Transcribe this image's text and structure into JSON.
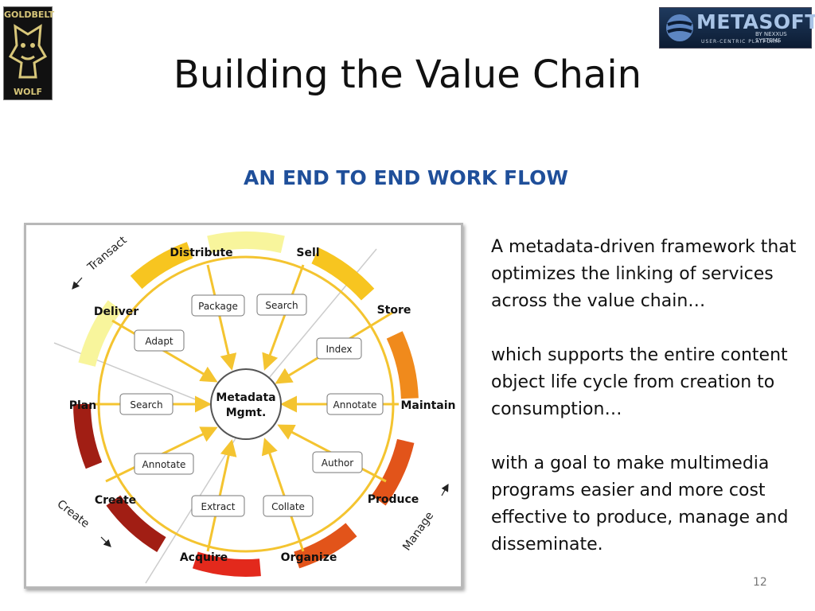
{
  "logos": {
    "left_top": "GOLDBELT",
    "left_bottom": "WOLF",
    "right_name": "METASOFT",
    "right_sub1": "BY NEXXUS SYSTEMS",
    "right_sub2": "USER-CENTRIC PLATFORM"
  },
  "title": "Building the Value Chain",
  "subtitle": "AN END TO END WORK FLOW",
  "diagram": {
    "center": [
      "Metadata",
      "Mgmt."
    ],
    "outer_labels": {
      "distribute": "Distribute",
      "sell": "Sell",
      "store": "Store",
      "maintain": "Maintain",
      "produce": "Produce",
      "organize": "Organize",
      "acquire": "Acquire",
      "create": "Create",
      "plan": "Plan",
      "deliver": "Deliver"
    },
    "inner_boxes": {
      "package": "Package",
      "search_top": "Search",
      "index": "Index",
      "annotate_right": "Annotate",
      "author": "Author",
      "collate": "Collate",
      "extract": "Extract",
      "annotate_left": "Annotate",
      "search_left": "Search",
      "adapt": "Adapt"
    },
    "phases": {
      "transact": "Transact",
      "create": "Create",
      "manage": "Manage"
    },
    "colors": {
      "arrow": "#f4c430",
      "yellow": "#f7c520",
      "pale": "#f8f59c",
      "orange": "#f08a1c",
      "red_orange": "#e2541a",
      "red": "#e3291c",
      "dark_red": "#a11e14"
    }
  },
  "description": [
    "A metadata-driven framework that optimizes the linking of services across the value chain…",
    "which supports the entire content object life cycle from creation to consumption…",
    "with a goal to make multimedia programs easier and more cost effective to produce, manage and disseminate."
  ],
  "page_number": "12"
}
